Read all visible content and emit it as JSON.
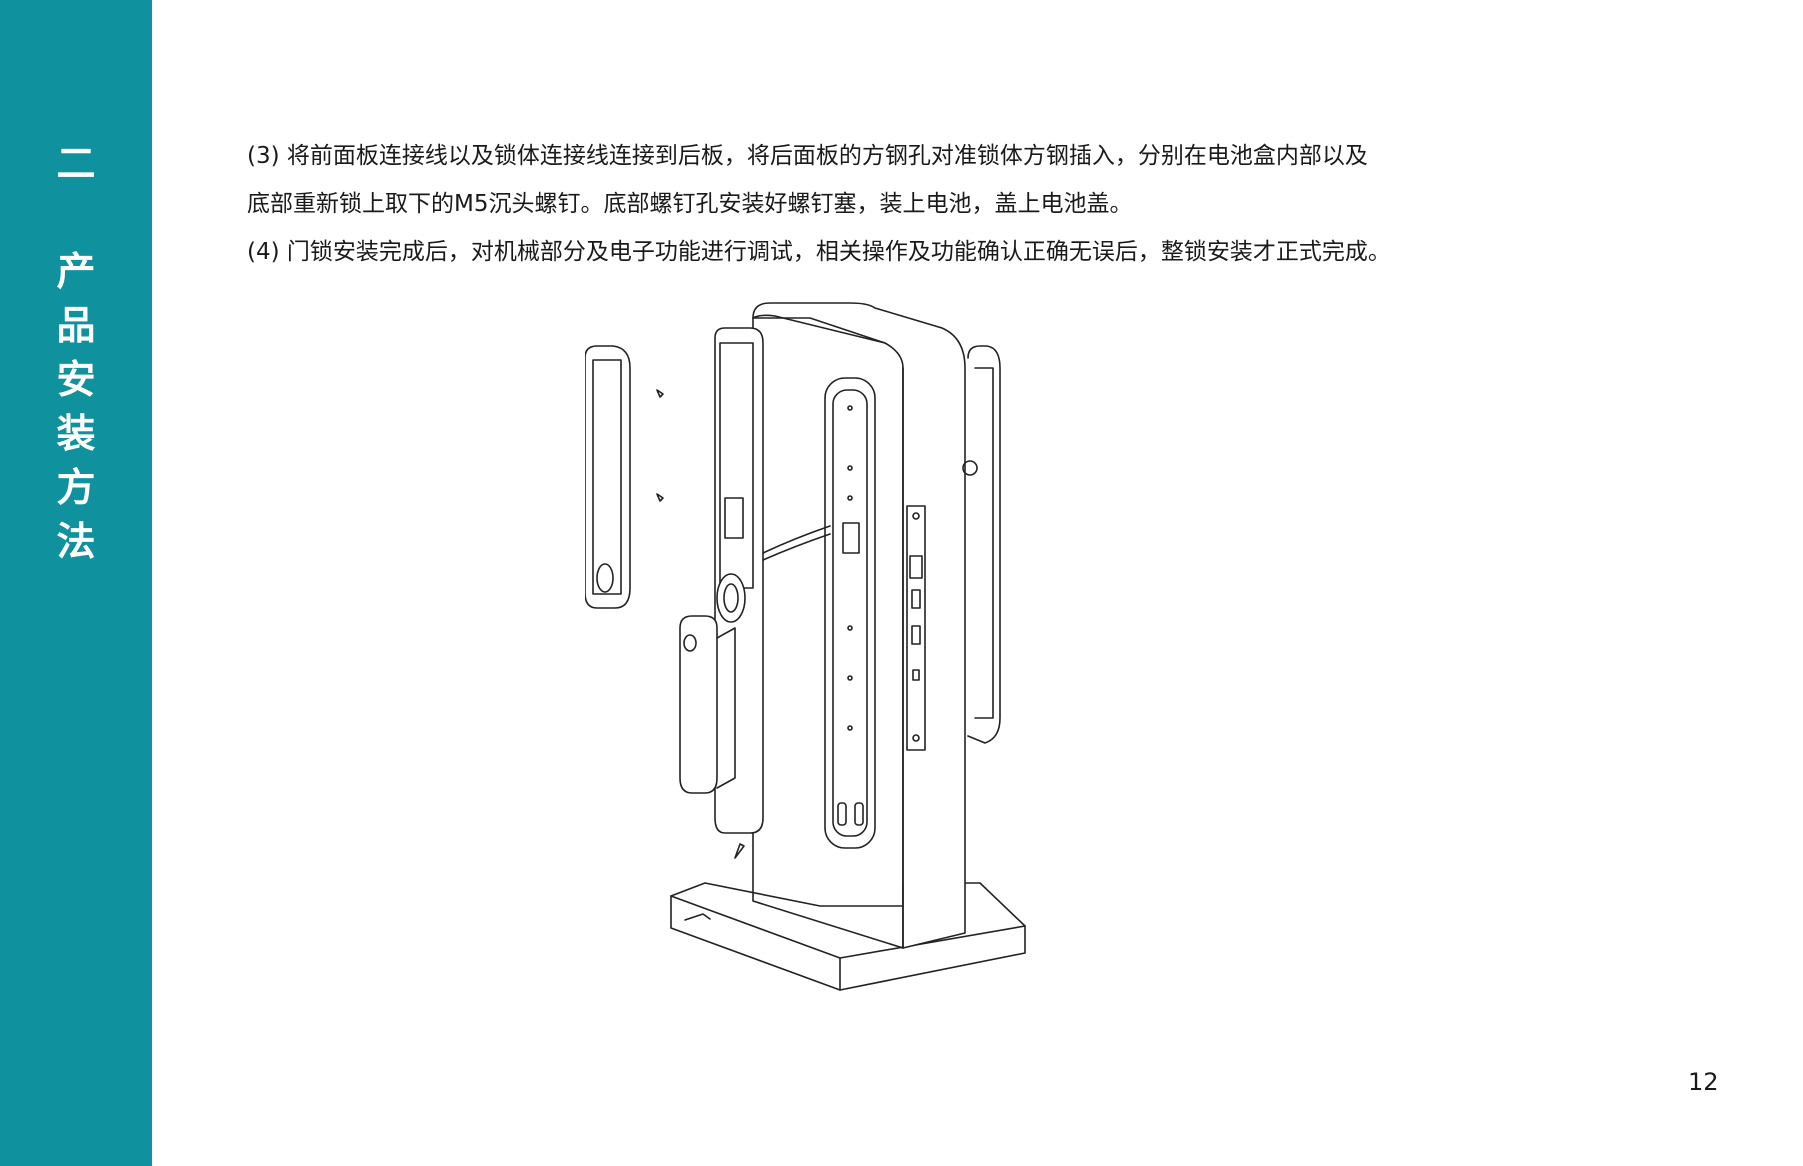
{
  "sidebar": {
    "chapter_number": "二",
    "chapter_title_chars": [
      "产",
      "品",
      "安",
      "装",
      "方",
      "法"
    ],
    "background_color": "#0f919e"
  },
  "content": {
    "step3_line1": "(3) 将前面板连接线以及锁体连接线连接到后板，将后面板的方钢孔对准锁体方钢插入，分别在电池盒内部以及",
    "step3_line2": "底部重新锁上取下的M5沉头螺钉。底部螺钉孔安装好螺钉塞，装上电池，盖上电池盖。",
    "step4": "(4) 门锁安装完成后，对机械部分及电子功能进行调试，相关操作及功能确认正确无误后，整锁安装才正式完成。"
  },
  "figure": {
    "icon": "door-lock-installation-illustration"
  },
  "page_number": "12"
}
